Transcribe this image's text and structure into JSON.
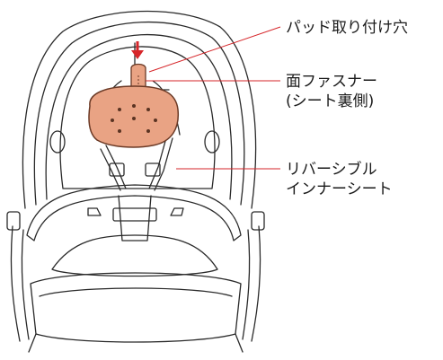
{
  "callouts": {
    "pad_hole": "パッド取り付け穴",
    "fastener_line1": "面ファスナー",
    "fastener_line2": "(シート裏側)",
    "inner_seat_line1": "リバーシブル",
    "inner_seat_line2": "インナーシート"
  },
  "colors": {
    "pad_fill": "#e9a384",
    "pad_stroke": "#6b3a26",
    "pointer_red": "#d6262a",
    "leader_line": "#d6262a",
    "outline": "#2a2a2a"
  }
}
